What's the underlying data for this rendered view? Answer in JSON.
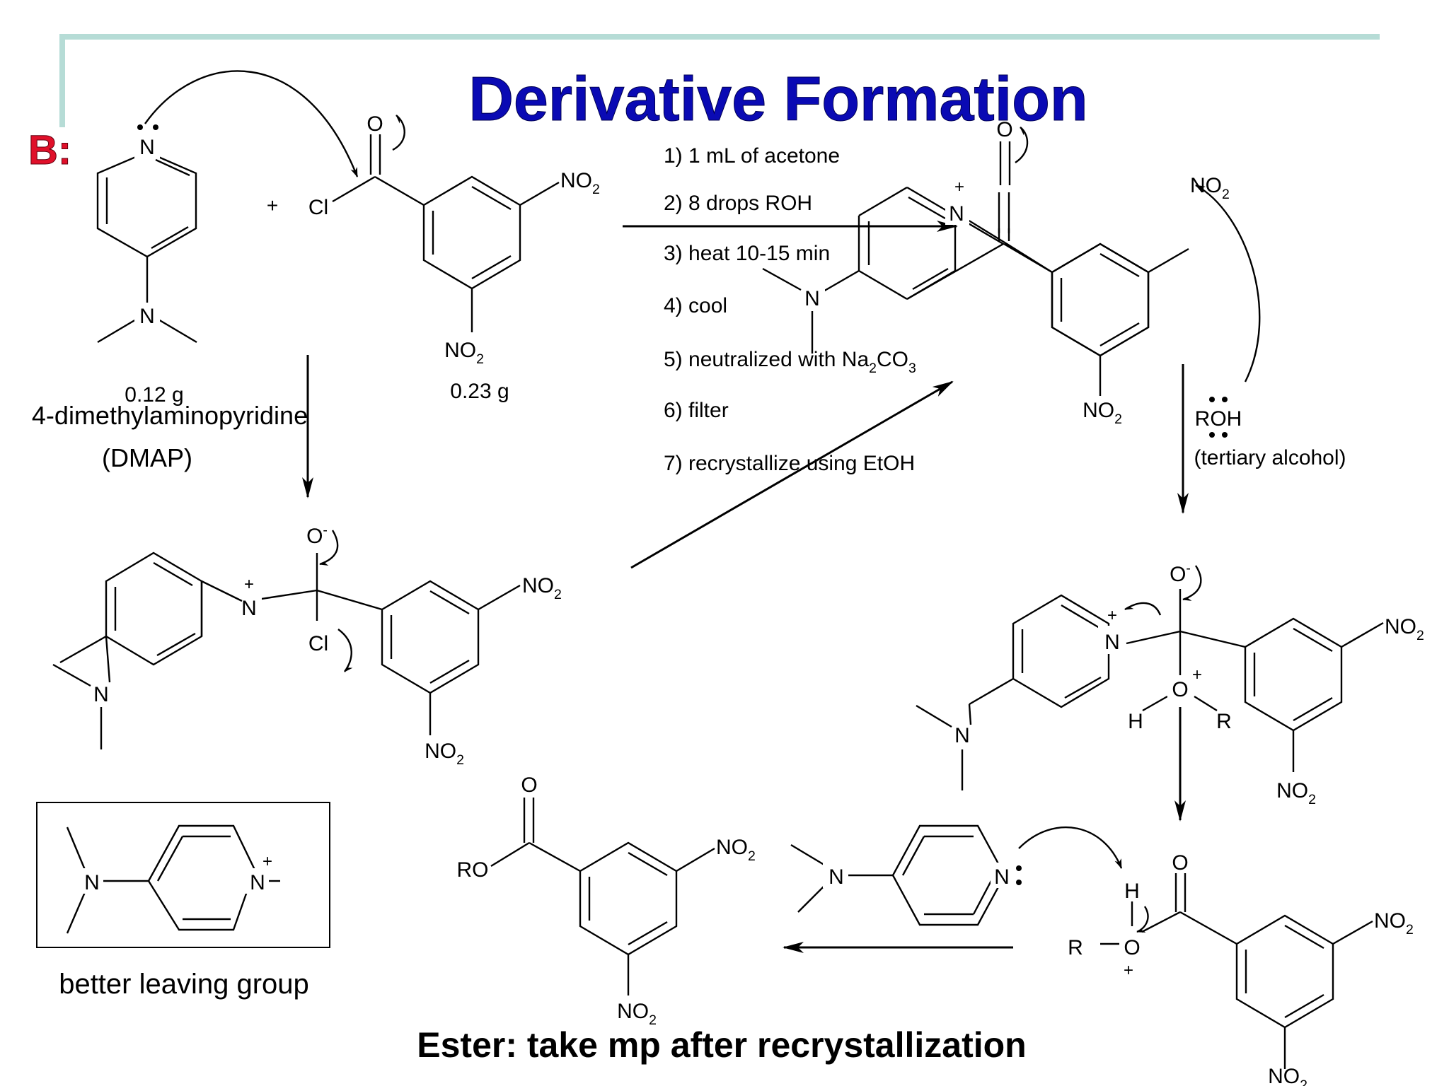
{
  "title": "Derivative Formation",
  "section_label": "B:",
  "reagents": {
    "plus": "+",
    "dmap_mass": "0.12 g",
    "dmap_name": "4-dimethylaminopyridine",
    "dmap_abbrev": "(DMAP)",
    "acid_chloride_mass": "0.23 g"
  },
  "atoms": {
    "N": "N",
    "O": "O",
    "Cl": "Cl",
    "NO": "NO",
    "sub2": "2",
    "plus": "+",
    "minus": "-",
    "H": "H",
    "R": "R",
    "RO": "RO",
    "ROH": "ROH"
  },
  "procedure": [
    "1) 1 mL of acetone",
    "2) 8 drops ROH",
    "3) heat 10-15 min",
    "4) cool",
    "5) neutralized with Na",
    "6) filter",
    "7) recrystallize using EtOH"
  ],
  "procedure_na2co3": {
    "sub_a": "2",
    "mid": "CO",
    "sub_b": "3"
  },
  "alcohol_label": "(tertiary alcohol)",
  "leaving_group_caption": "better leaving group",
  "ester_caption": "Ester: take mp after recrystallization",
  "colors": {
    "title": "#0a0ab4",
    "section_label": "#e0102a",
    "frame": "#b6dcd6"
  }
}
